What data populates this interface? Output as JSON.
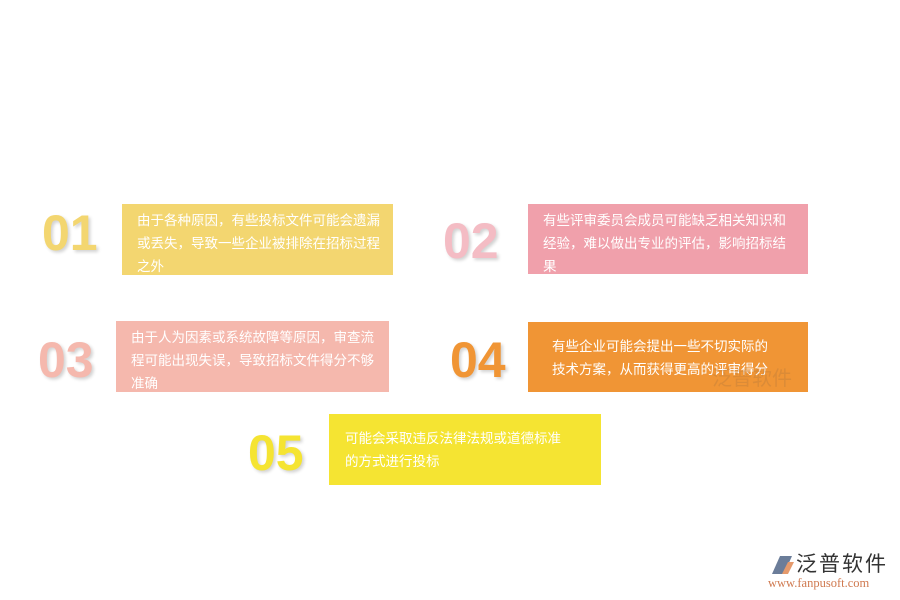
{
  "items": [
    {
      "num": "01",
      "text": "由于各种原因，有些投标文件可能会遗漏或丢失，导致一些企业被排除在招标过程之外",
      "color": "#f3d670"
    },
    {
      "num": "02",
      "text": "有些评审委员会成员可能缺乏相关知识和经验，难以做出专业的评估，影响招标结果",
      "color": "#f0a0ab"
    },
    {
      "num": "03",
      "text": "由于人为因素或系统故障等原因，审查流程可能出现失误，导致招标文件得分不够准确",
      "color": "#f5b8ad"
    },
    {
      "num": "04",
      "text": "有些企业可能会提出一些不切实际的技术方案，从而获得更高的评审得分",
      "color": "#f09535"
    },
    {
      "num": "05",
      "text": "可能会采取违反法律法规或道德标准的方式进行投标",
      "color": "#f5e432"
    }
  ],
  "watermark": "泛普软件",
  "logo": {
    "name": "泛普软件",
    "url": "www.fanpusoft.com"
  }
}
